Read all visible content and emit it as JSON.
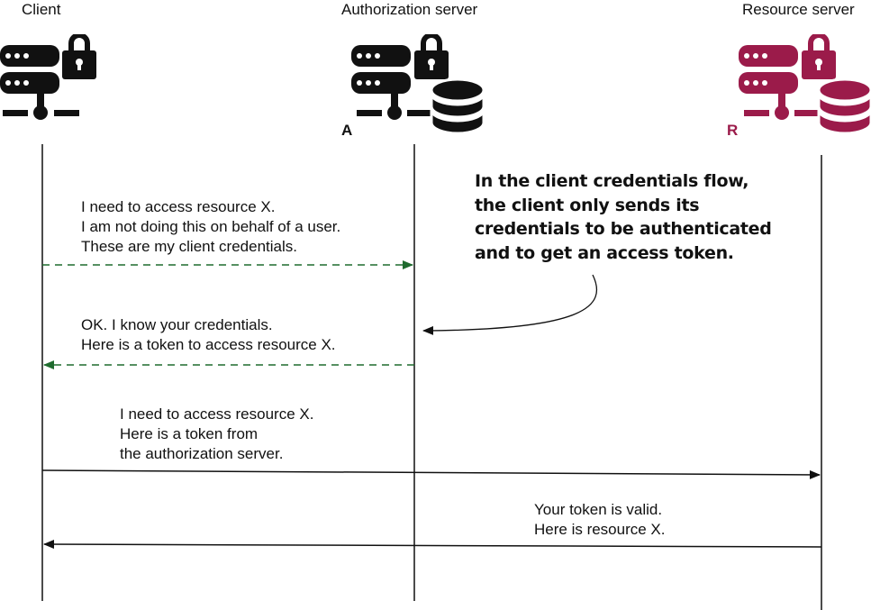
{
  "participants": {
    "client": {
      "label": "Client",
      "color": "#111111"
    },
    "auth": {
      "label": "Authorization server",
      "tag": "A",
      "color": "#111111"
    },
    "resource": {
      "label": "Resource server",
      "tag": "R",
      "color": "#9b1b4a"
    }
  },
  "messages": [
    {
      "lines": [
        "I need to access resource X.",
        "I am not doing this on behalf of a user.",
        "These are my client credentials."
      ],
      "style": "dashed",
      "color": "#1f6b2e"
    },
    {
      "lines": [
        "OK. I know your credentials.",
        "Here is a token to access resource X."
      ],
      "style": "dashed",
      "color": "#1f6b2e"
    },
    {
      "lines": [
        "I need to access resource X.",
        "Here is a token from",
        "the authorization server."
      ],
      "style": "solid",
      "color": "#111111"
    },
    {
      "lines": [
        "Your token is valid.",
        "Here is resource X."
      ],
      "style": "solid",
      "color": "#111111"
    }
  ],
  "annotation": {
    "lines": [
      "In the client credentials flow,",
      "the client only sends its",
      "credentials to be authenticated",
      "and to get an access token."
    ]
  },
  "icons": {
    "server": "server-lock-icon",
    "database": "database-icon"
  }
}
